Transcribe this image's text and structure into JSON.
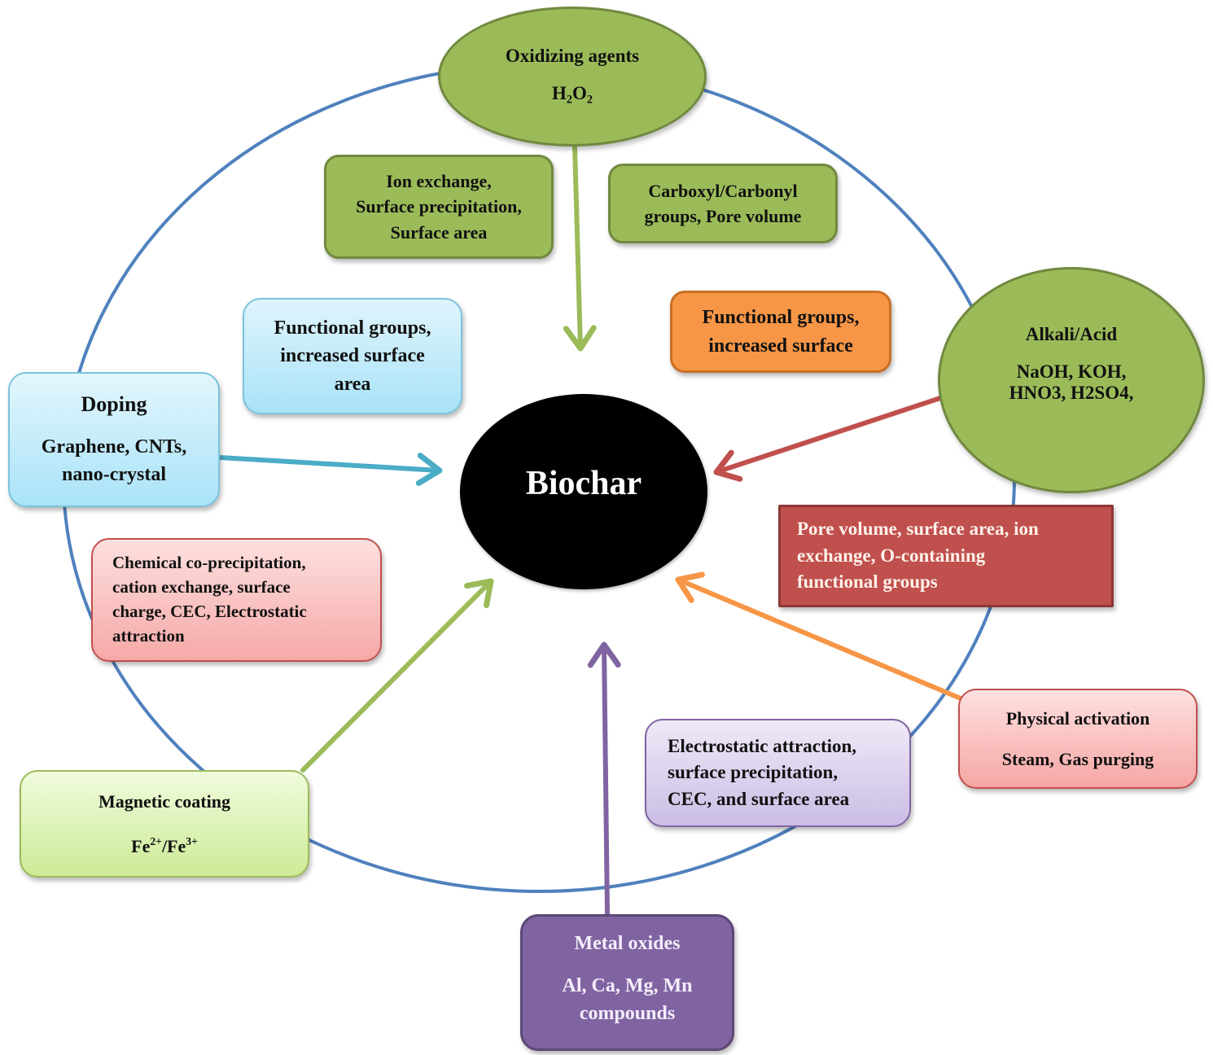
{
  "diagram": {
    "center": {
      "label": "Biochar"
    },
    "modification_methods": [
      {
        "id": "oxidizing",
        "title": "Oxidizing agents",
        "examples_parts": [
          "H",
          "2",
          "O",
          "2"
        ],
        "shape": "ellipse",
        "color": "#9bbb59",
        "arrow_color": "#9bbb59"
      },
      {
        "id": "alkali",
        "title": "Alkali/Acid",
        "examples": [
          "NaOH, KOH,",
          "HNO3, H2SO4,"
        ],
        "shape": "ellipse",
        "color": "#9bbb59",
        "arrow_color": "#c0504d"
      },
      {
        "id": "doping",
        "title": "Doping",
        "examples": [
          "Graphene, CNTs,",
          "nano-crystal"
        ],
        "shape": "rounded-box",
        "color": "#a9e3f8",
        "arrow_color": "#4bacc6"
      },
      {
        "id": "magnetic",
        "title": "Magnetic coating",
        "examples_parts": [
          "Fe",
          "2+",
          "/Fe",
          "3+"
        ],
        "shape": "rounded-box",
        "color": "#cdeb97",
        "arrow_color": "#9bbb59"
      },
      {
        "id": "metal",
        "title": "Metal oxides",
        "examples": [
          "Al, Ca, Mg, Mn",
          "compounds"
        ],
        "shape": "rounded-box",
        "color": "#8064a2",
        "arrow_color": "#8064a2"
      },
      {
        "id": "physical",
        "title": "Physical activation",
        "examples": [
          "Steam, Gas purging"
        ],
        "shape": "rounded-box",
        "color": "#f6a6a4",
        "arrow_color": "#f79646"
      }
    ],
    "effects": [
      {
        "id": "ion",
        "lines": [
          "Ion exchange,",
          "Surface precipitation,",
          "Surface area"
        ],
        "color": "#9bbb59"
      },
      {
        "id": "carb",
        "lines": [
          "Carboxyl/Carbonyl",
          "groups, Pore volume"
        ],
        "color": "#9bbb59"
      },
      {
        "id": "fgblue",
        "lines": [
          "Functional groups,",
          "increased surface",
          "area"
        ],
        "color": "#a9e3f8"
      },
      {
        "id": "fgorange",
        "lines": [
          "Functional groups,",
          "increased surface"
        ],
        "color": "#f79646"
      },
      {
        "id": "chem",
        "lines": [
          "Chemical co-precipitation,",
          "cation exchange, surface",
          "charge, CEC, Electrostatic",
          "attraction"
        ],
        "color": "#f5a9a7"
      },
      {
        "id": "pore",
        "lines": [
          "Pore volume, surface area, ion",
          "exchange, O-containing",
          "functional groups"
        ],
        "color": "#c0504d"
      },
      {
        "id": "elec",
        "lines": [
          "Electrostatic attraction,",
          "surface precipitation,",
          "CEC, and surface area"
        ],
        "color": "#cbbde5"
      }
    ],
    "ring_color": "#4f81bd"
  }
}
